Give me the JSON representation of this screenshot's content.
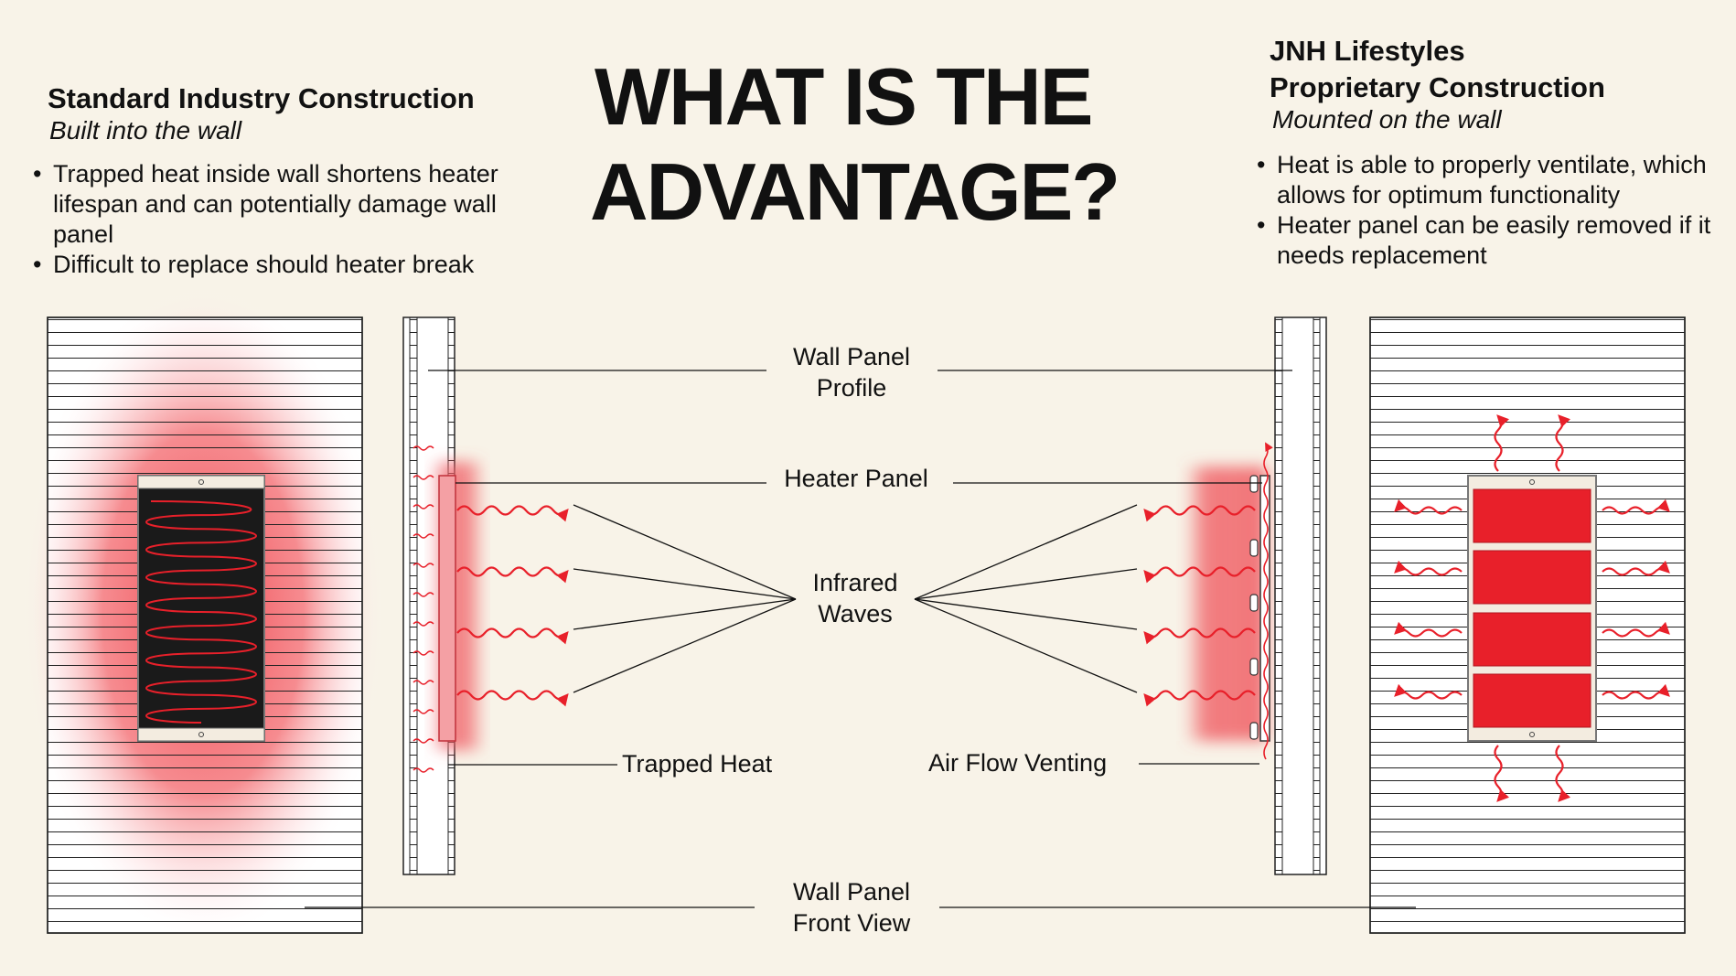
{
  "title": {
    "line1": "WHAT IS THE",
    "line2": "ADVANTAGE?"
  },
  "left": {
    "heading": "Standard Industry Construction",
    "subheading": "Built into the wall",
    "bullets": [
      "Trapped heat inside wall shortens heater lifespan and can potentially damage wall panel",
      "Difficult to replace should heater break"
    ]
  },
  "right": {
    "heading_line1": "JNH Lifestyles",
    "heading_line2": "Proprietary Construction",
    "subheading": "Mounted on the wall",
    "bullets": [
      "Heat is able to properly ventilate, which allows for optimum functionality",
      "Heater panel can be easily removed if it needs replacement"
    ]
  },
  "labels": {
    "wall_panel_profile_1": "Wall Panel",
    "wall_panel_profile_2": "Profile",
    "heater_panel": "Heater Panel",
    "infrared_1": "Infrared",
    "infrared_2": "Waves",
    "trapped_heat": "Trapped Heat",
    "air_flow": "Air Flow Venting",
    "front_view_1": "Wall Panel",
    "front_view_2": "Front View"
  },
  "colors": {
    "background": "#f8f3e8",
    "heat_red": "#e8202a",
    "ink": "#111111"
  }
}
